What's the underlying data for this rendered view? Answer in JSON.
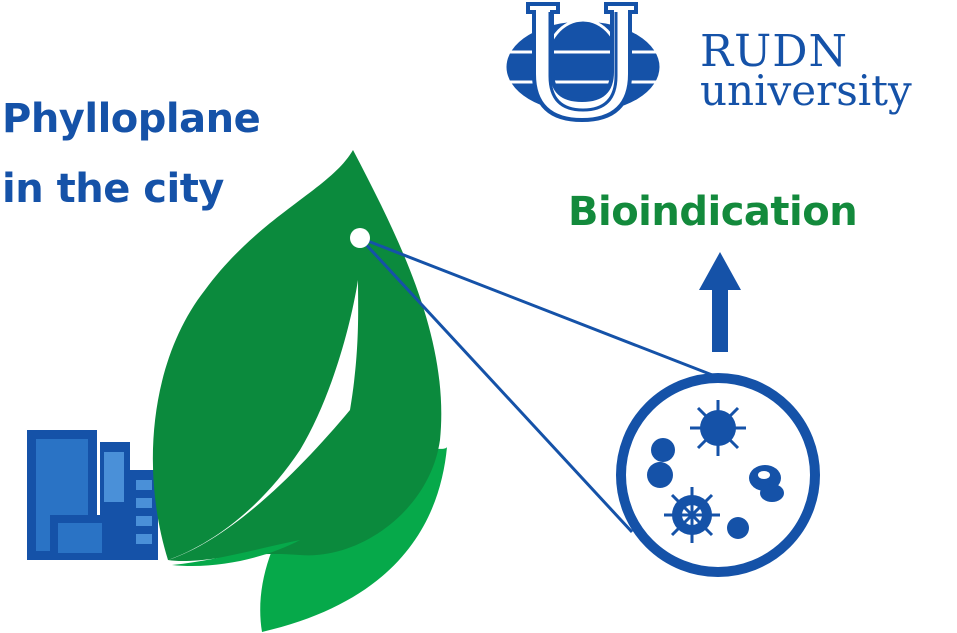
{
  "title": {
    "line1": "Phylloplane",
    "line2": "in the city"
  },
  "label": "Bioindication",
  "logo": {
    "line1": "RUDN",
    "line2": "university"
  },
  "icons": [
    "rudn-logo-icon",
    "building-icon",
    "leaf-icon",
    "arrow-up-icon",
    "microbe-circle-icon"
  ],
  "colors": {
    "blue": "#1552a8",
    "dark_green": "#0b8a3d",
    "light_green": "#06a94a"
  }
}
